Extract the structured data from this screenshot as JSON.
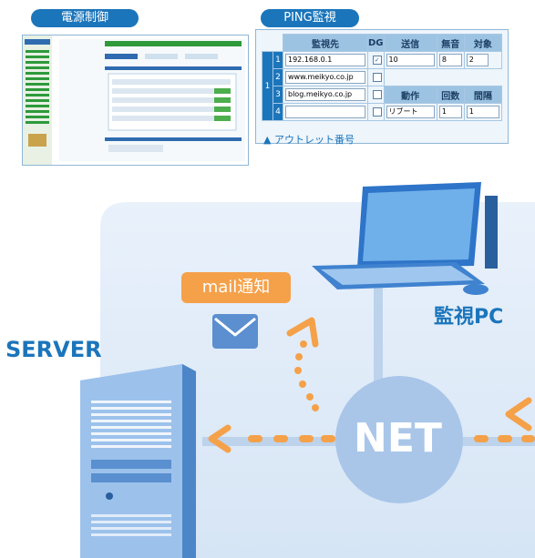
{
  "labels": {
    "power_control": "電源制御",
    "ping_monitor": "PING監視",
    "mail_notify": "mail通知",
    "monitor_pc": "監視PC",
    "server": "SERVER",
    "net": "NET"
  },
  "ping_table": {
    "headers": [
      "監視先",
      "DG",
      "送信",
      "無音",
      "対象"
    ],
    "action_headers": [
      "動作",
      "回数",
      "間隔"
    ],
    "rows": [
      {
        "num": "1",
        "target": "192.168.0.1",
        "dg_checked": true,
        "send": "10",
        "silent": "8",
        "object": "2"
      },
      {
        "num": "2",
        "target": "www.meikyo.co.jp",
        "dg_checked": false
      },
      {
        "num": "3",
        "target": "blog.meikyo.co.jp",
        "dg_checked": false
      },
      {
        "num": "4",
        "target": "",
        "dg_checked": false,
        "action": "リブート",
        "count": "1",
        "interval": "1"
      }
    ],
    "outlet_group": "1",
    "outlet_note": "▲ アウトレット番号"
  },
  "colors": {
    "primary_blue": "#1b75bb",
    "orange": "#f5a14a",
    "bg_light_blue": "#dbe8f6",
    "line_blue": "#b9d1ec"
  }
}
